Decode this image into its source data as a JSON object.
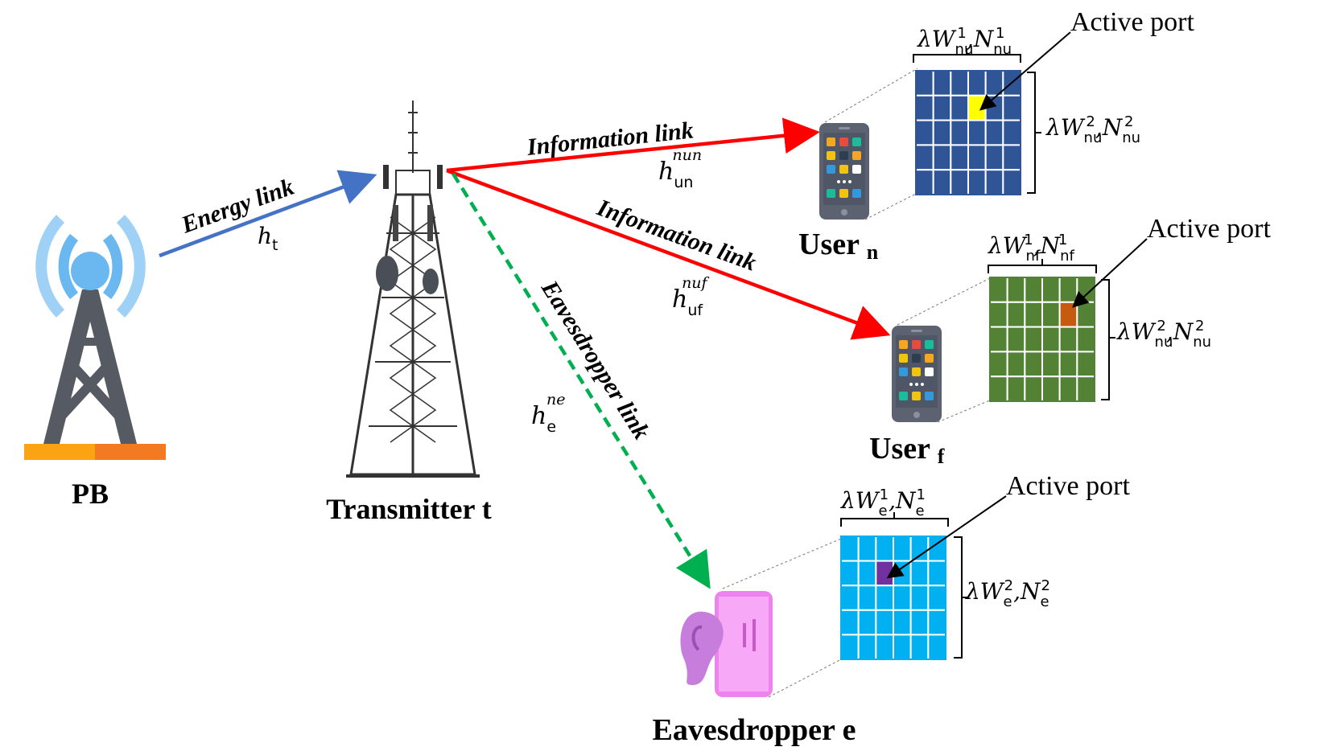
{
  "nodes": {
    "pb": "PB",
    "transmitter": "Transmitter t",
    "user_near": {
      "name": "User ",
      "sub": "n"
    },
    "user_far": {
      "name": "User ",
      "sub": "f"
    },
    "eavesdropper": "Eavesdropper e"
  },
  "links": {
    "energy": "Energy link",
    "info_near": "Information link",
    "info_far": "Information link",
    "eaves": "Eavesdropper link"
  },
  "channels": {
    "ht": {
      "base": "h",
      "sub": "t"
    },
    "hun": {
      "base": "h",
      "sub": "un",
      "sup": "nun"
    },
    "huf": {
      "base": "h",
      "sub": "uf",
      "sup": "nuf"
    },
    "he": {
      "base": "h",
      "sub": "e",
      "sup": "ne"
    }
  },
  "active_port": "Active port",
  "port_labels": {
    "un_top": {
      "pre": "λW",
      "sub1": "nu",
      "sup1": "1",
      "mid": ",N",
      "sub2": "nu",
      "sup2": "1"
    },
    "un_side": {
      "pre": "λW",
      "sub1": "nu",
      "sup1": "2",
      "mid": ",N",
      "sub2": "nu",
      "sup2": "2"
    },
    "uf_top": {
      "pre": "λW",
      "sub1": "nf",
      "sup1": "1",
      "mid": ",N",
      "sub2": "nf",
      "sup2": "1"
    },
    "uf_side": {
      "pre": "λW",
      "sub1": "nu",
      "sup1": "2",
      "mid": ",N",
      "sub2": "nu",
      "sup2": "2"
    },
    "e_top": {
      "pre": "λW",
      "sub1": "e",
      "sup1": "1",
      "mid": ",N",
      "sub2": "e",
      "sup2": "1"
    },
    "e_side": {
      "pre": "λW",
      "sub1": "e",
      "sup1": "2",
      "mid": ",N",
      "sub2": "e",
      "sup2": "2"
    }
  },
  "colors": {
    "energy_link": "#4472c4",
    "info_link": "#ff0000",
    "eaves_link": "#00b050",
    "grid_un": "#2f5597",
    "grid_uf": "#548235",
    "grid_e": "#00b0f0",
    "active_un": "#ffff00",
    "active_uf": "#c55a11",
    "active_e": "#7030a0"
  },
  "icons": [
    "pb-tower-icon",
    "transmitter-tower-icon",
    "smartphone-icon",
    "eavesdropper-ear-icon"
  ]
}
